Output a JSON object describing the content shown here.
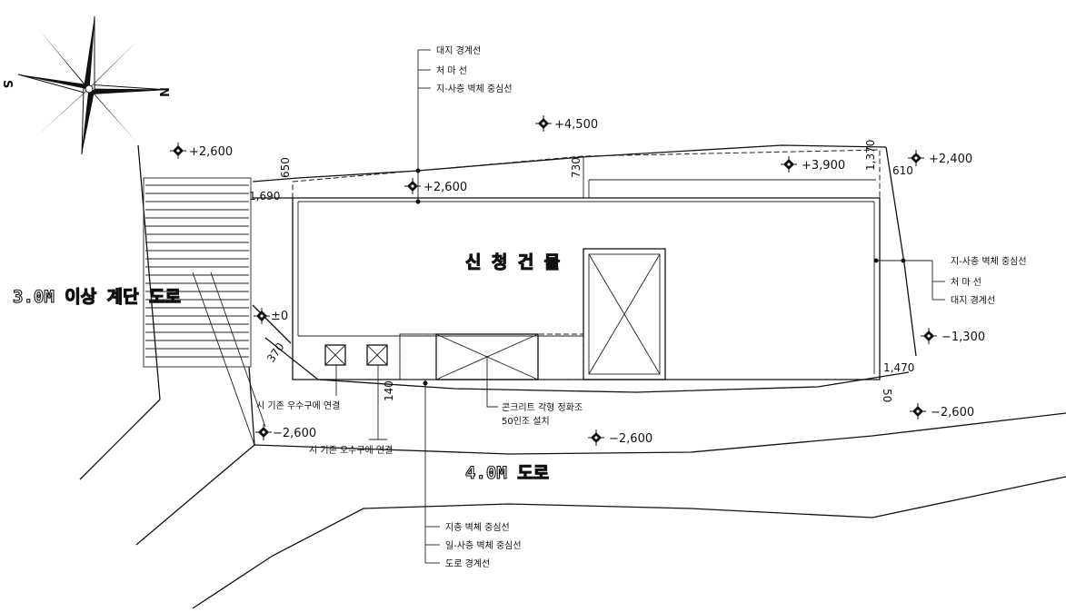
{
  "compass": {
    "south": "S",
    "north": "N"
  },
  "elevations": {
    "e1": "+2,600",
    "e2": "+4,500",
    "e3": "+2,600",
    "e4": "+3,900",
    "e5": "+2,400",
    "e6": "±0",
    "e7": "−1,300",
    "e8": "−2,600",
    "e9": "−2,600",
    "e10": "−2,600"
  },
  "dimensions": {
    "d650": "650",
    "d1690": "1,690",
    "d730": "730",
    "d1370": "1,370",
    "d610": "610",
    "d370": "370",
    "d140": "140",
    "d1470": "1,470",
    "d50": "50"
  },
  "callouts_top": [
    "대지 경계선",
    "처 마 선",
    "지-사층 벽체 중심선"
  ],
  "callouts_right": [
    "지-사층 벽체 중심선",
    "처 마 선",
    "대지 경계선"
  ],
  "callouts_bottom": [
    "지층 벽체 중심선",
    "일-사층 벽체 중심선",
    "도로 경계선"
  ],
  "labels": {
    "building": "신 청 건 물",
    "stair_road": "3.0M 이상 계단 도로",
    "road": "4.0M 도로",
    "rain_drain": "시 기존 우수구에 연결",
    "sewer_drain": "시 기존 오수구에 연결",
    "septic_line1": "콘크리트 각형 정화조",
    "septic_line2": "50인조 설치"
  }
}
